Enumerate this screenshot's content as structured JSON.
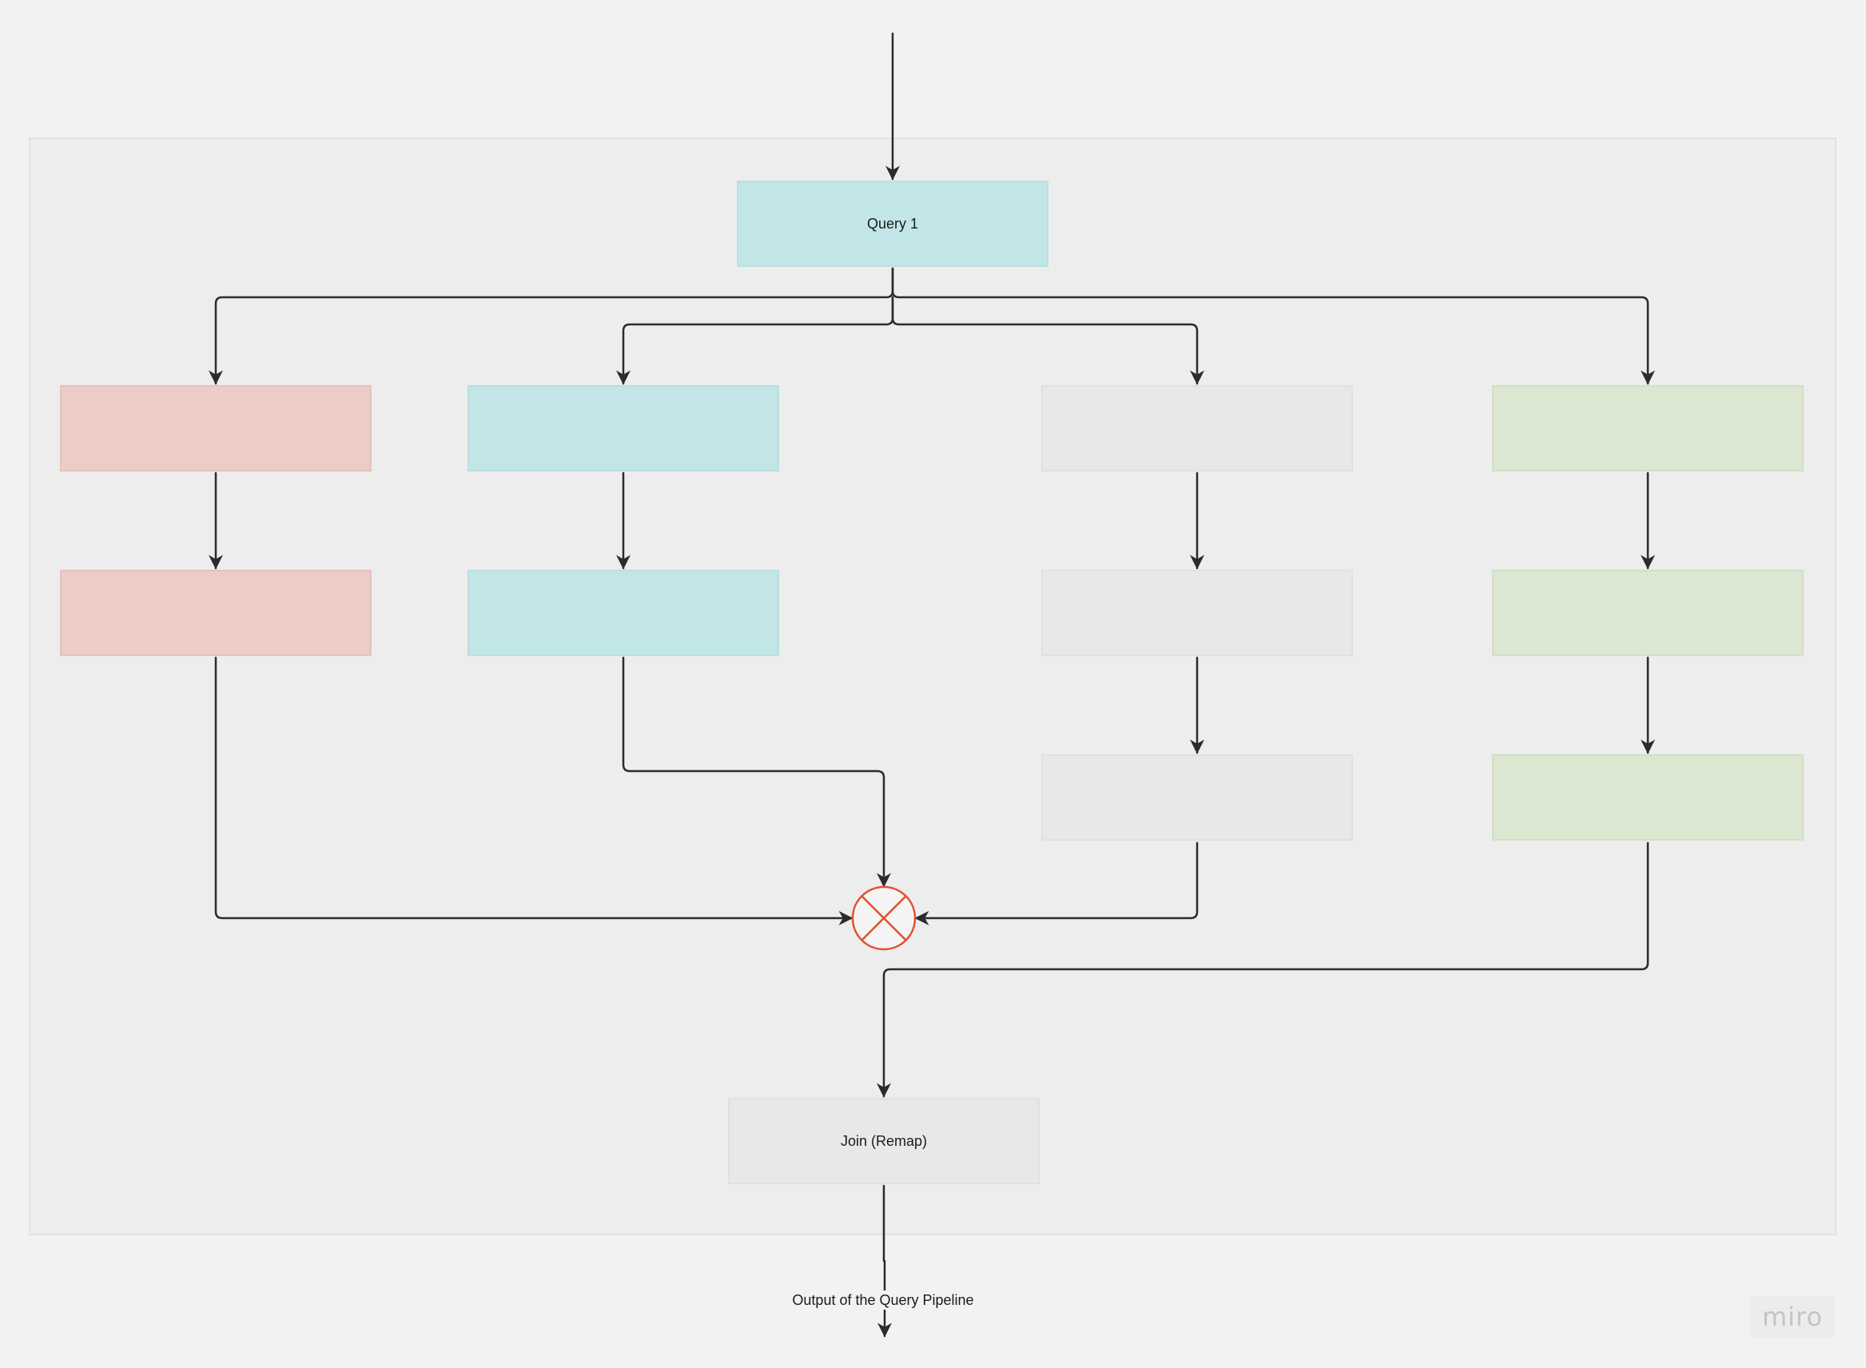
{
  "diagram": {
    "query_node": {
      "label": "Query 1"
    },
    "join_node": {
      "label": "Join (Remap)"
    },
    "output": {
      "label": "Output of the Query Pipeline"
    },
    "combine_symbol": "circle-cross-icon",
    "branches": [
      {
        "color": "red",
        "steps": [
          "",
          ""
        ]
      },
      {
        "color": "cyan",
        "steps": [
          "",
          ""
        ]
      },
      {
        "color": "grey",
        "steps": [
          "",
          "",
          ""
        ]
      },
      {
        "color": "green",
        "steps": [
          "",
          "",
          ""
        ]
      }
    ]
  },
  "brand": {
    "logo_text": "miro"
  },
  "colors": {
    "cyan": "#c2e6e7",
    "red": "#ecccc6",
    "grey": "#e8e8e8",
    "green": "#dbe7d0",
    "connector": "#2b2b2b",
    "combine_symbol": "#e0502f"
  }
}
